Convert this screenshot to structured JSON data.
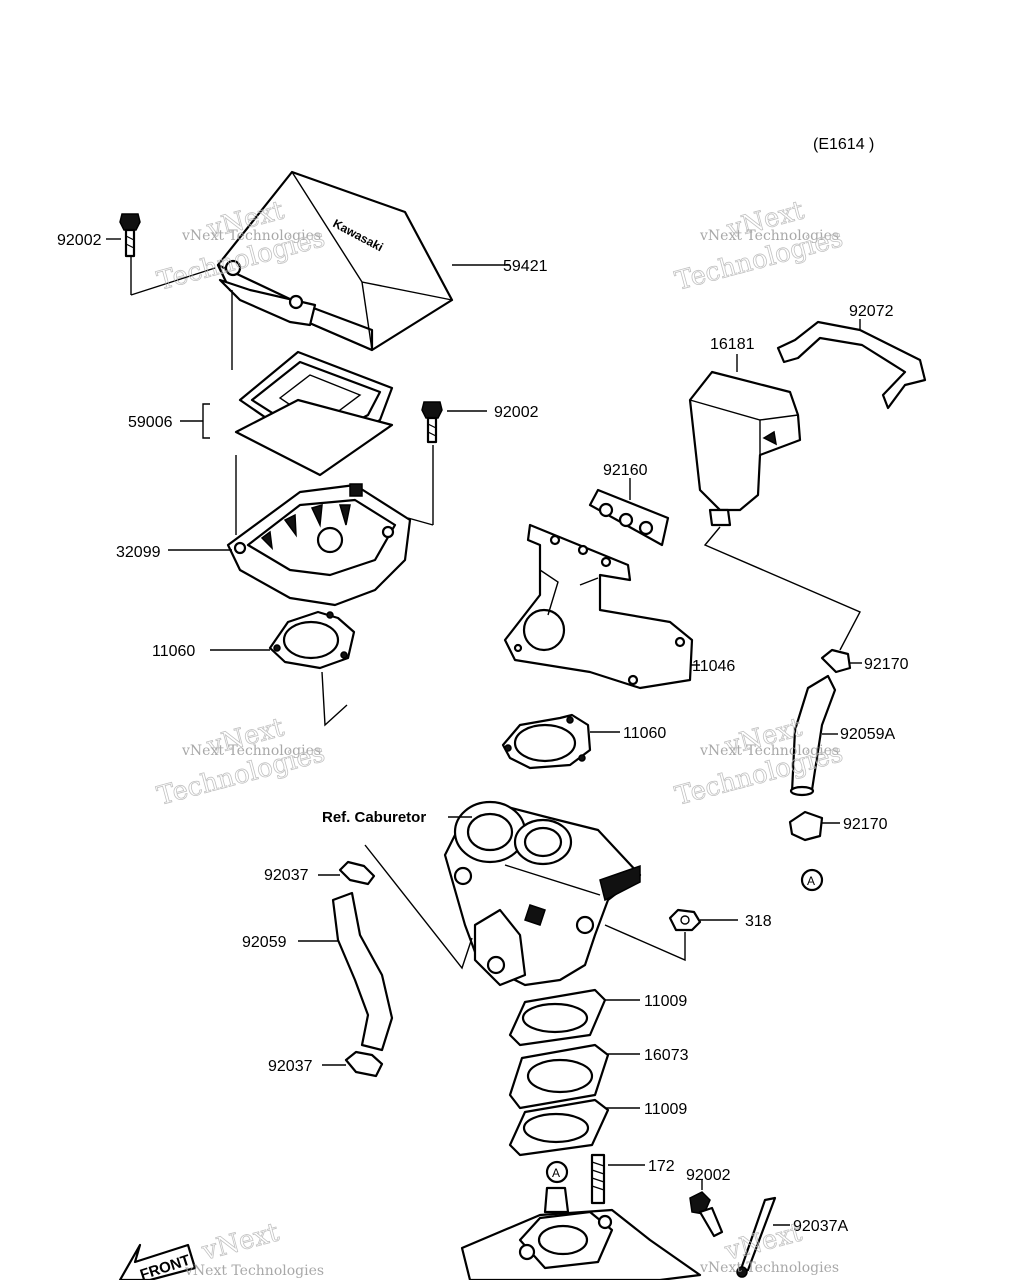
{
  "diagram_code": "(E1614 )",
  "reference_label": "Ref. Caburetor",
  "circle_marker": "A",
  "front_label": "FRONT",
  "cover_brand_text": "Kawasaki",
  "watermark": {
    "line1": "vNext Technologies",
    "line2": "vNext",
    "line3": "Technologies"
  },
  "part_numbers": {
    "bolt_top": "92002",
    "cover": "59421",
    "filter": "59006",
    "bolt_mid": "92002",
    "housing": "32099",
    "gasket_left": "11060",
    "plate_small": "92160",
    "bracket": "11046",
    "gasket_right": "11060",
    "tank": "16181",
    "strap": "92072",
    "clamp_upper": "92170",
    "hose_right": "92059A",
    "clamp_lower": "92170",
    "clip_upper": "92037",
    "hose_left": "92059",
    "clip_lower": "92037",
    "nut": "318",
    "gasket_a": "11009",
    "insulator": "16073",
    "gasket_b": "11009",
    "stud": "172",
    "bolt_bottom": "92002",
    "tie": "92037A"
  }
}
